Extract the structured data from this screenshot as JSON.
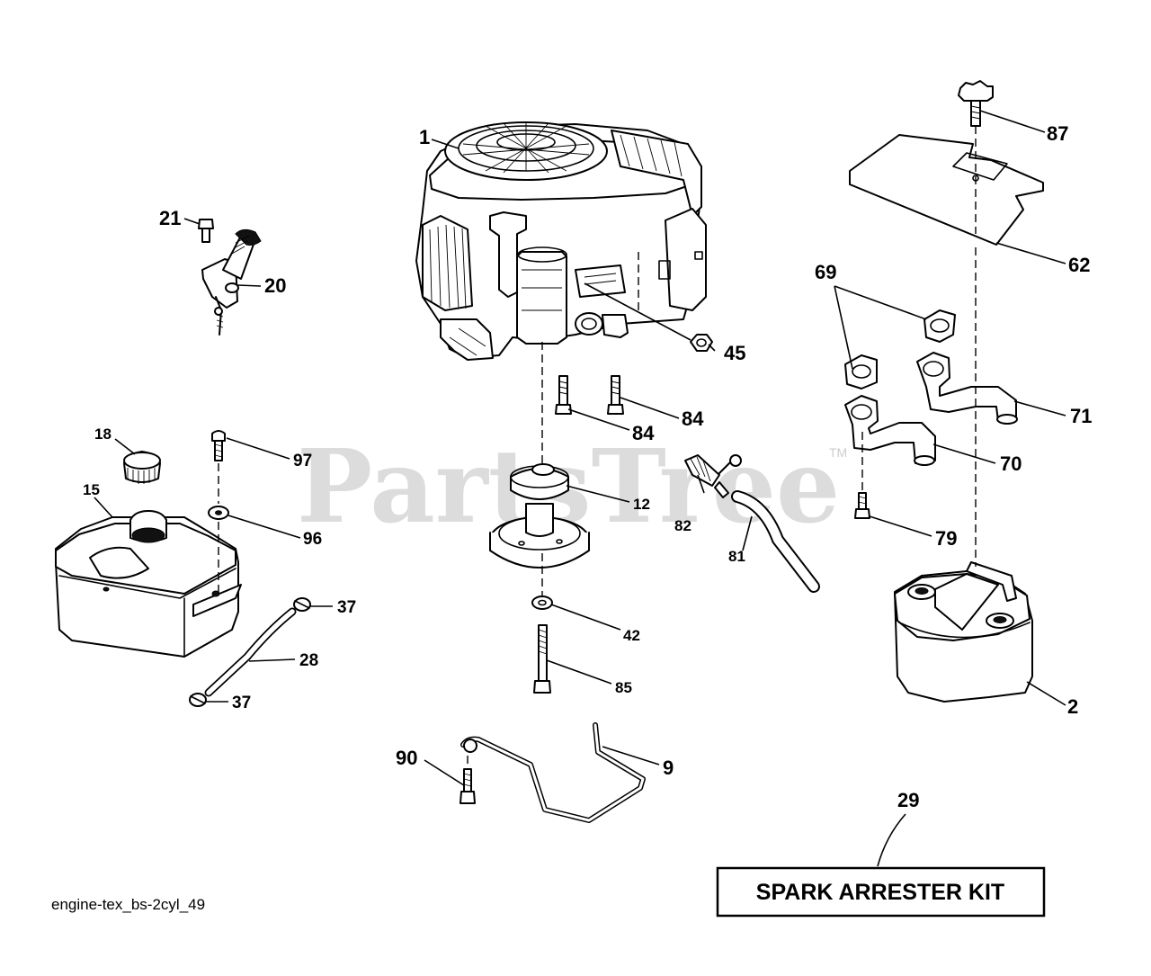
{
  "watermark": {
    "text": "PartsTree",
    "trademark": "TM"
  },
  "footer": {
    "diagram_code": "engine-tex_bs-2cyl_49"
  },
  "kit_box": {
    "label": "SPARK ARRESTER KIT"
  },
  "callouts": {
    "c1": "1",
    "c2": "2",
    "c9": "9",
    "c12": "12",
    "c15": "15",
    "c18": "18",
    "c20": "20",
    "c21": "21",
    "c28": "28",
    "c29": "29",
    "c37a": "37",
    "c37b": "37",
    "c42": "42",
    "c45": "45",
    "c62": "62",
    "c69": "69",
    "c70": "70",
    "c71": "71",
    "c79": "79",
    "c81": "81",
    "c82": "82",
    "c84a": "84",
    "c84b": "84",
    "c85": "85",
    "c87": "87",
    "c90": "90",
    "c96": "96",
    "c97": "97"
  }
}
